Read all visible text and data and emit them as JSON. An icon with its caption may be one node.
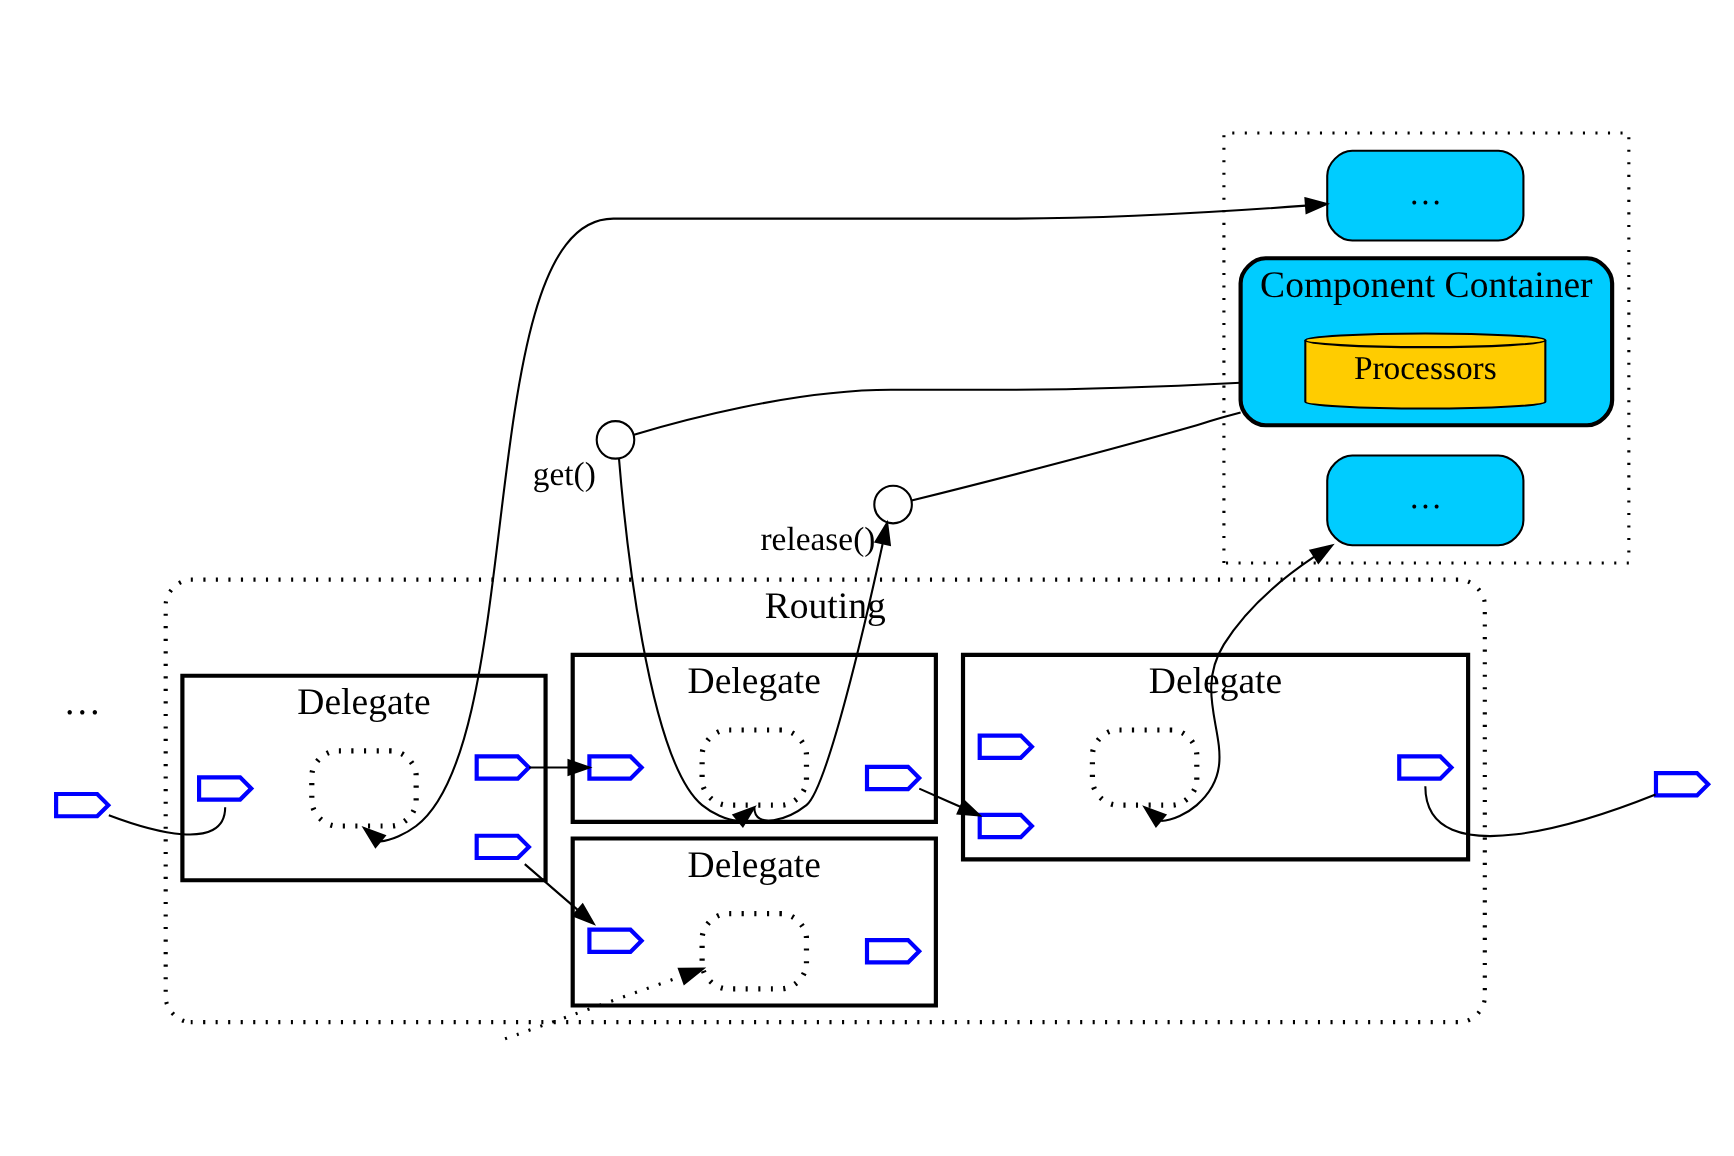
{
  "diagram": {
    "nodes": [
      {
        "text": [
          "Routing"
        ]
      },
      {
        "text": [
          "Delegate"
        ],
        "in": 0
      },
      {
        "text": [],
        "shape": "chevron",
        "in": 1
      },
      {
        "text": [],
        "shape": "box",
        "in": 1
      },
      {
        "text": [],
        "shape": "chevron",
        "in": 1
      },
      {
        "text": [],
        "shape": "chevron",
        "in": 1
      },
      {
        "text": [
          "Delegate"
        ],
        "in": 0
      },
      {
        "text": [],
        "shape": "chevron",
        "in": 6
      },
      {
        "text": [],
        "shape": "box",
        "in": 6
      },
      {
        "text": [],
        "shape": "chevron",
        "in": 6
      },
      {
        "text": [
          "Delegate"
        ],
        "in": 0
      },
      {
        "text": [],
        "shape": "chevron",
        "in": 10
      },
      {
        "text": [],
        "shape": "box",
        "in": 10
      },
      {
        "text": [],
        "shape": "chevron",
        "in": 10
      },
      {
        "text": [
          "Delegate"
        ],
        "in": 0
      },
      {
        "text": [],
        "shape": "chevron",
        "in": 14
      },
      {
        "text": [],
        "shape": "chevron",
        "in": 14
      },
      {
        "text": [],
        "shape": "box",
        "in": 14
      },
      {
        "text": [],
        "shape": "chevron",
        "in": 14
      },
      {
        "text": [],
        "shape": "chevron"
      },
      {
        "text": [],
        "shape": "chevron"
      },
      {
        "text": [],
        "shape": "box"
      },
      {
        "text": [
          "…"
        ],
        "in": 21
      },
      {
        "text": [
          "Component Container"
        ],
        "in": 21
      },
      {
        "text": [
          "Processors"
        ],
        "in": 23
      },
      {
        "text": [
          "…"
        ],
        "in": 21
      },
      {
        "text": [],
        "shape": "circle",
        "beside": [
          "get()"
        ]
      },
      {
        "text": [],
        "shape": "circle",
        "beside": [
          "release()"
        ]
      }
    ],
    "edges": [
      {
        "from": 19,
        "to": 2,
        "arrow": "none"
      },
      {
        "from": 4,
        "to": 7,
        "arrow": "to"
      },
      {
        "from": 5,
        "to": 11,
        "arrow": "to"
      },
      {
        "from": null,
        "to": 8,
        "arrow": "to",
        "style": "dashed"
      },
      {
        "from": 13,
        "to": 16,
        "arrow": "to"
      },
      {
        "from": 18,
        "to": 20,
        "arrow": "none"
      },
      {
        "from": 3,
        "to": 22,
        "arrow": "both"
      },
      {
        "from": 26,
        "to": 12,
        "arrow": "to"
      },
      {
        "from": 12,
        "to": 27,
        "arrow": "to"
      },
      {
        "from": 17,
        "to": 25,
        "arrow": "both"
      },
      {
        "from": 26,
        "to": 23,
        "arrow": "none"
      },
      {
        "from": 27,
        "to": 23,
        "arrow": "none"
      }
    ],
    "labels": [
      "…"
    ]
  }
}
